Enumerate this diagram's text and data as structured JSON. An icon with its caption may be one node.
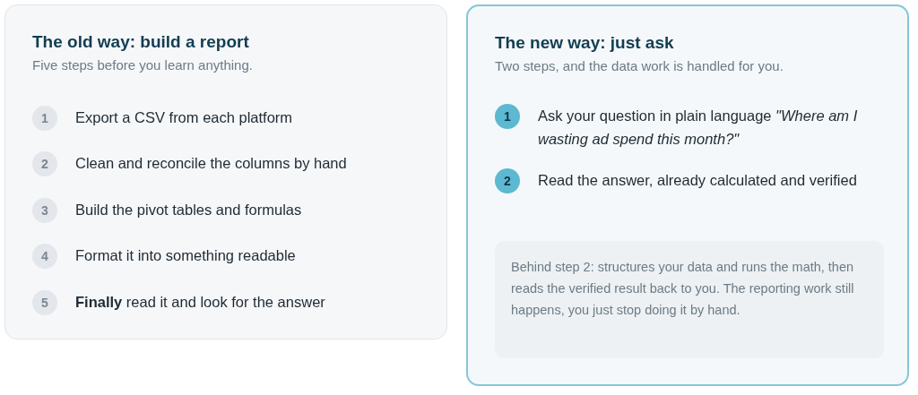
{
  "diagram": {
    "nodes": [
      {
        "text": [
          "The old way: build a report",
          "Five steps before you learn anything."
        ]
      },
      {
        "text": [
          "1",
          "Export a CSV from each platform"
        ],
        "in": 0
      },
      {
        "text": [
          "2",
          "Clean and reconcile the columns by hand"
        ],
        "in": 0
      },
      {
        "text": [
          "3",
          "Build the pivot tables and formulas"
        ],
        "in": 0
      },
      {
        "text": [
          "4",
          "Format it into something readable"
        ],
        "in": 0
      },
      {
        "text": [
          "5",
          "**Finally** read it and look for the answer"
        ],
        "in": 0
      },
      {
        "text": [
          "The new way: just ask",
          "Two steps, and the data work is handled for you."
        ]
      },
      {
        "text": [
          "1",
          "Ask your question in plain language *\"Where am I wasting ad spend this month?\"*"
        ],
        "in": 6
      },
      {
        "text": [
          "2",
          "Read the answer, already calculated and verified"
        ],
        "in": 6
      },
      {
        "text": [
          "Behind step 2: structures your data and runs the math, then reads the verified result back to you. The reporting work still happens, you just stop doing it by hand."
        ],
        "in": 6
      }
    ]
  }
}
